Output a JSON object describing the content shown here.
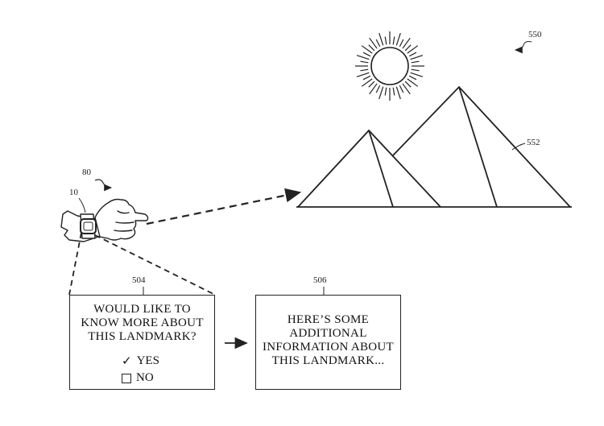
{
  "refs": {
    "figure": "550",
    "pyramids": "552",
    "user": "80",
    "device": "10",
    "prompt_box": "504",
    "info_box": "506"
  },
  "prompt_box": {
    "lines": [
      "WOULD LIKE TO",
      "KNOW MORE ABOUT",
      "THIS LANDMARK?"
    ],
    "options": [
      {
        "glyph": "✓",
        "label": "YES"
      },
      {
        "glyph": "checkbox",
        "label": "NO"
      }
    ]
  },
  "info_box": {
    "lines": [
      "HERE’S SOME",
      "ADDITIONAL",
      "INFORMATION ABOUT",
      "THIS LANDMARK..."
    ]
  },
  "colors": {
    "ink": "#222222",
    "background": "#ffffff"
  }
}
